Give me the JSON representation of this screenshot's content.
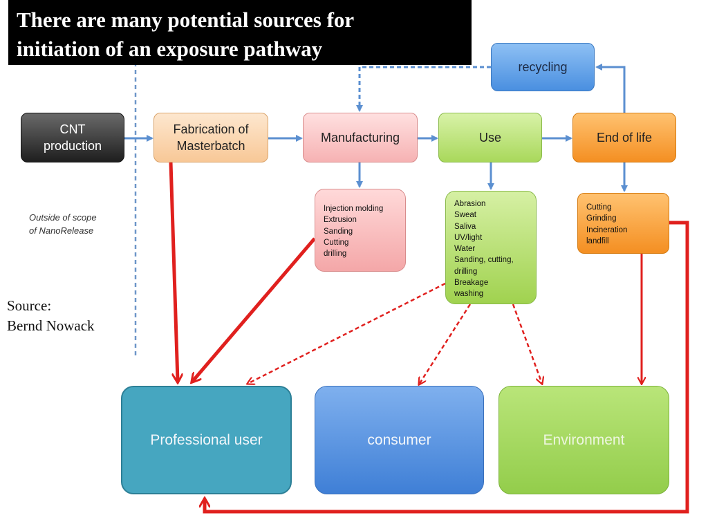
{
  "title": {
    "line1": "There are many potential sources for",
    "line2": "initiation of an exposure pathway"
  },
  "nodes": {
    "cnt_production": {
      "line1": "CNT",
      "line2": "production"
    },
    "fabrication": {
      "line1": "Fabrication of",
      "line2": "Masterbatch"
    },
    "manufacturing": "Manufacturing",
    "use": "Use",
    "end_of_life": "End of life",
    "recycling": "recycling"
  },
  "lists": {
    "manufacturing": [
      "Injection molding",
      "Extrusion",
      "Sanding",
      "Cutting",
      "drilling"
    ],
    "use": [
      "Abrasion",
      "Sweat",
      "Saliva",
      "UV/light",
      "Water",
      "Sanding, cutting,",
      "drilling",
      "Breakage",
      "washing"
    ],
    "end_of_life": [
      "Cutting",
      "Grinding",
      "Incineration",
      "landfill"
    ]
  },
  "receptors": {
    "professional": "Professional user",
    "consumer": "consumer",
    "environment": "Environment"
  },
  "scope_note": {
    "line1": "Outside of scope",
    "line2": "of NanoRelease"
  },
  "source": {
    "line1": "Source:",
    "line2": "Bernd Nowack"
  },
  "colors": {
    "flow_arrow": "#5b8fd0",
    "exposure_arrow": "#e0201e",
    "scope_line": "#6d96c8"
  }
}
